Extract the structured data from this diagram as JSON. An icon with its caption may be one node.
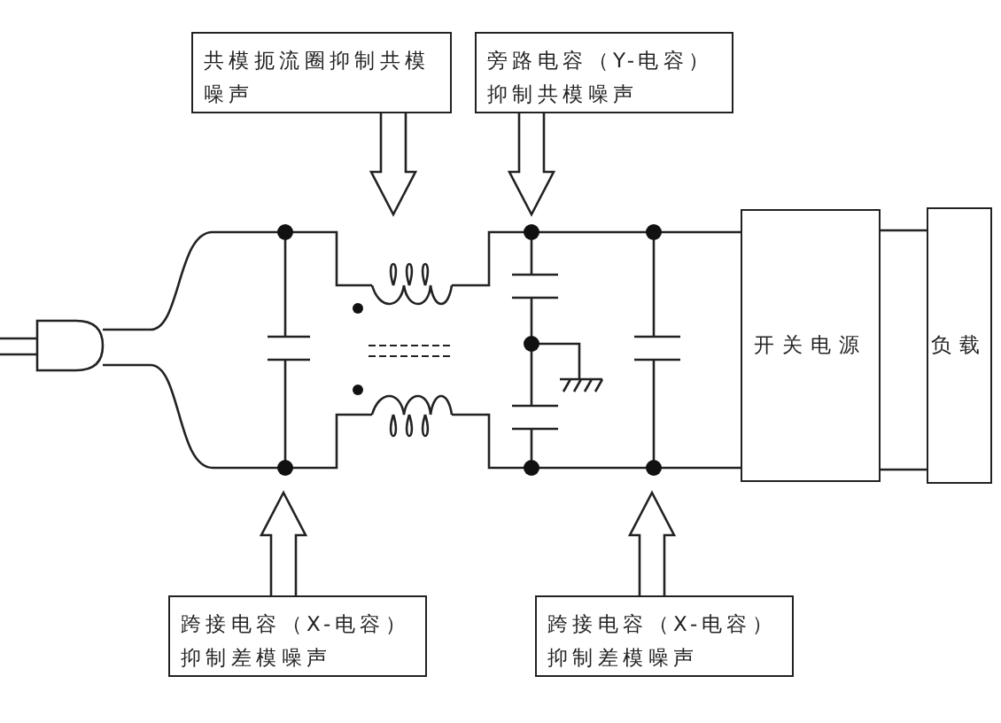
{
  "diagram": {
    "nodes": [
      {
        "text": [
          "共模扼流圈抑制共模噪声"
        ]
      },
      {
        "text": [
          "旁路电容（Y-电容）抑制共模噪声"
        ]
      },
      {
        "text": [
          "跨接电容（X-电容）抑制差模噪声"
        ]
      },
      {
        "text": [
          "跨接电容（X-电容）抑制差模噪声"
        ]
      },
      {
        "text": [
          "开关电源"
        ]
      },
      {
        "text": [
          "负载"
        ]
      }
    ],
    "edges": [
      {
        "from": 0,
        "to": null,
        "arrow": "to"
      },
      {
        "from": 1,
        "to": null,
        "arrow": "to"
      },
      {
        "from": 2,
        "to": null,
        "arrow": "to"
      },
      {
        "from": 3,
        "to": null,
        "arrow": "to"
      },
      {
        "from": 4,
        "to": 5,
        "arrow": "none"
      },
      {
        "from": 4,
        "to": 5,
        "arrow": "none"
      }
    ]
  }
}
